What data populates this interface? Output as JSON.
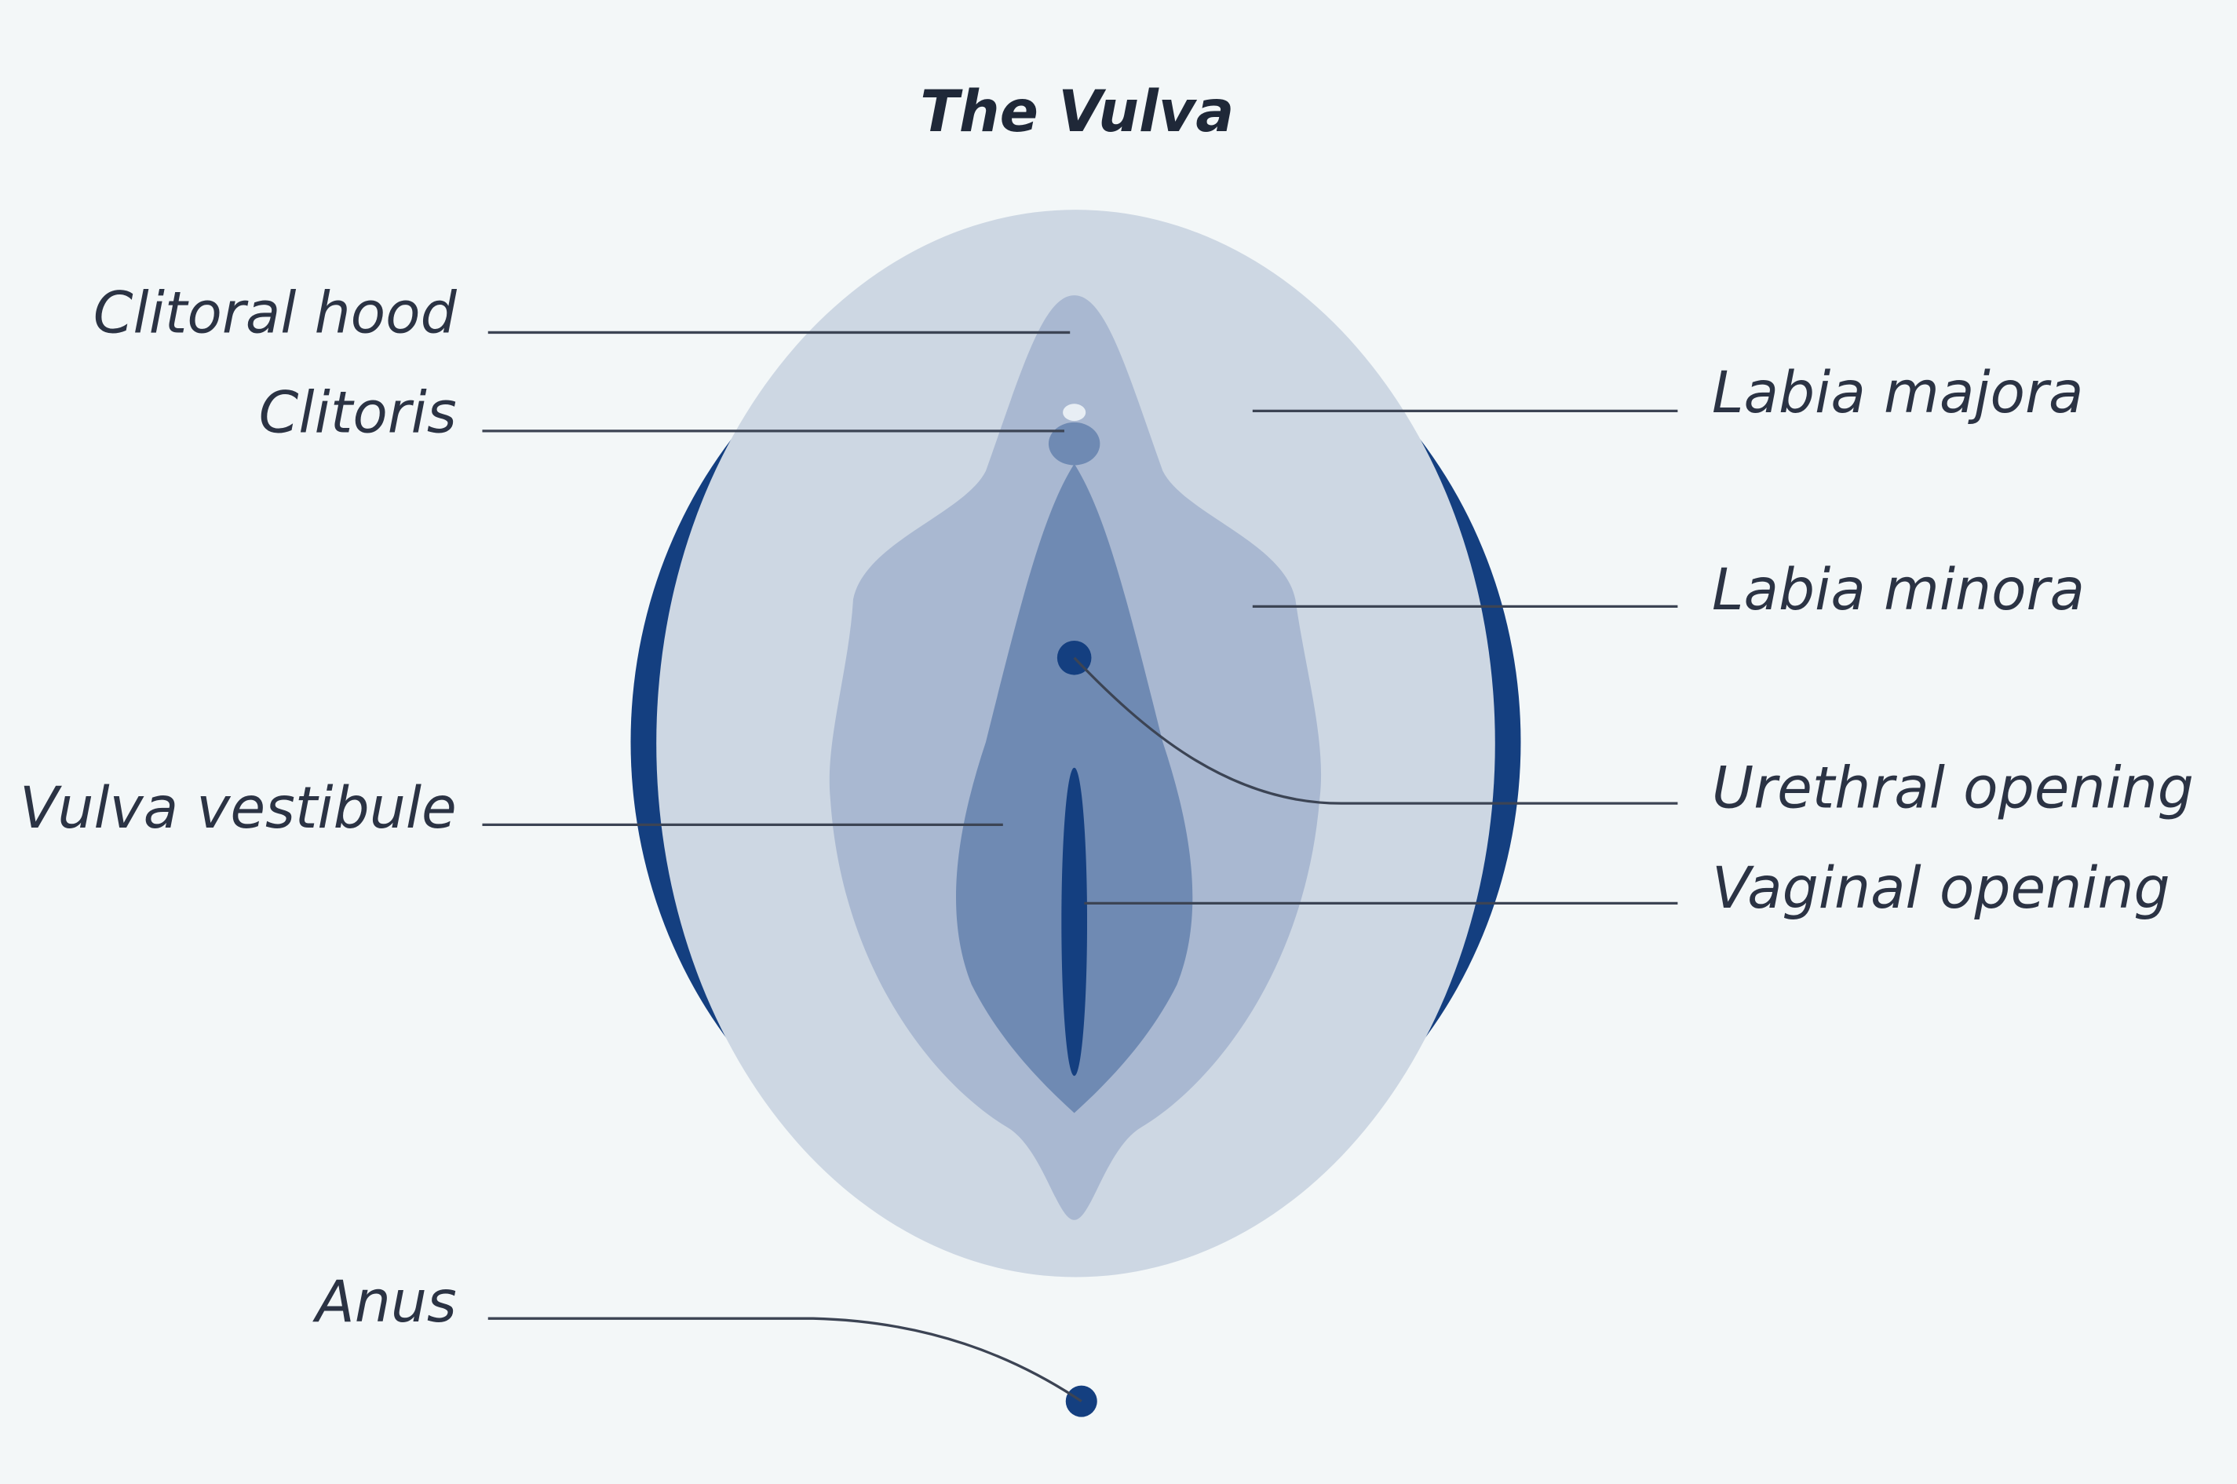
{
  "title": "The Vulva",
  "labels": {
    "clitoral_hood": "Clitoral hood",
    "clitoris": "Clitoris",
    "vulva_vestibule": "Vulva vestibule",
    "anus": "Anus",
    "labia_majora": "Labia majora",
    "labia_minora": "Labia minora",
    "urethral_opening": "Urethral opening",
    "vaginal_opening": "Vaginal opening"
  },
  "colors": {
    "background": "#f3f7f8",
    "labia_majora": "#cdd7e3",
    "labia_minora": "#a9b8d1",
    "vestibule": "#6f8ab3",
    "accent": "#143f80"
  }
}
